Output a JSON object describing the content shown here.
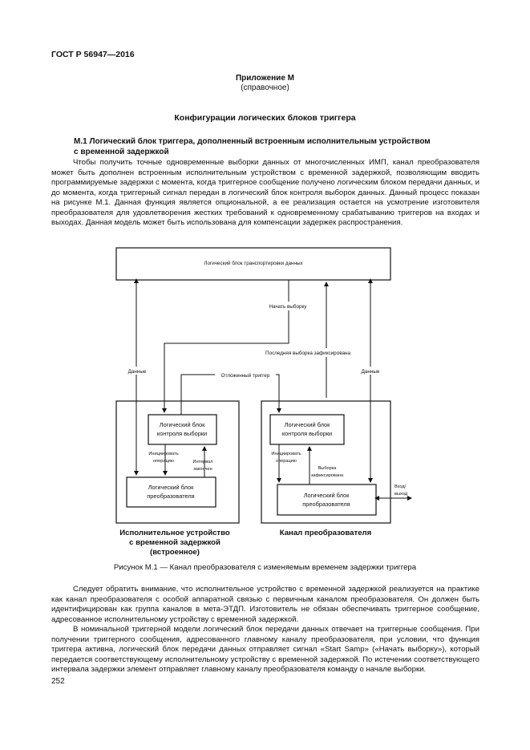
{
  "header": {
    "doc_code": "ГОСТ Р 56947—2016"
  },
  "appendix": {
    "title": "Приложение М",
    "subtitle": "(справочное)"
  },
  "main_title": "Конфигурации логических блоков триггера",
  "section": {
    "heading_line1": "М.1 Логический блок триггера, дополненный встроенным исполнительным устройством",
    "heading_line2": "с временной задержкой",
    "paragraph": "Чтобы получить точные одновременные выборки данных от многочисленных ИМП, канал преобразователя может быть дополнен встроенным исполнительным устройством с временной задержкой, позволяющим вводить программируемые задержки с момента, когда триггерное сообщение получено логическим блоком передачи данных, и до момента, когда триггерный сигнал передан в логический блок контроля выборок данных. Данный процесс показан на рисунке М.1. Данная функция является опциональной, а ее реализация остается на усмотрение изготовителя преобразователя для удовлетворения жестких требований к одновременному срабатыванию триггеров на входах и выходах. Данная модель может быть использована для компенсации задержек распространения."
  },
  "figure": {
    "top_block": "Логический блок транспортировки данных",
    "start_sample": "Начать выборку",
    "last_sample": "Последняя выборка зафиксирована",
    "delayed_trigger": "Отложенный триггер",
    "data_left": "Данные",
    "data_right": "Данные",
    "left_ctrl_l1": "Логический блок",
    "left_ctrl_l2": "контроля выборки",
    "left_init_l1": "Инициировать",
    "left_init_l2": "операцию",
    "left_interval_l1": "Интервал",
    "left_interval_l2": "закончен",
    "left_conv_l1": "Логический блок",
    "left_conv_l2": "преобразователя",
    "right_ctrl_l1": "Логический блок",
    "right_ctrl_l2": "контроля выборки",
    "right_init_l1": "Инициировать",
    "right_init_l2": "операцию",
    "right_fixed_l1": "Выборка",
    "right_fixed_l2": "зафиксирована",
    "right_conv_l1": "Логический блок",
    "right_conv_l2": "преобразователя",
    "io_l1": "Вход/",
    "io_l2": "выход",
    "left_caption_l1": "Исполнительное устройство",
    "left_caption_l2": "с временной задержкой",
    "left_caption_l3": "(встроенное)",
    "right_caption": "Канал преобразователя"
  },
  "caption": "Рисунок М.1 — Канал преобразователя с изменяемым временем задержки триггера",
  "body": {
    "p1": "Следует обратить внимание, что исполнительное устройство с временной задержкой реализуется на практике как канал преобразователя с особой аппаратной связью с первичным каналом преобразователя. Он должен быть идентифицирован как группа каналов в мета-ЭТДП. Изготовитель не обязан обеспечивать триггерное сообщение, адресованное исполнительному устройству с временной задержкой.",
    "p2": "В номинальной триггерной модели логический блок передачи данных отвечает на триггерные сообщения. При получении триггерного сообщения, адресованного главному каналу преобразователя, при условии, что функция триггера активна, логический блок передачи данных отправляет сигнал «Start Samp» («Начать выборку»), который передается соответствующему исполнительному устройству с временной задержкой. По истечении соответствующего интервала задержки элемент отправляет главному каналу преобразователя команду о начале выборки."
  },
  "page_number": "252"
}
